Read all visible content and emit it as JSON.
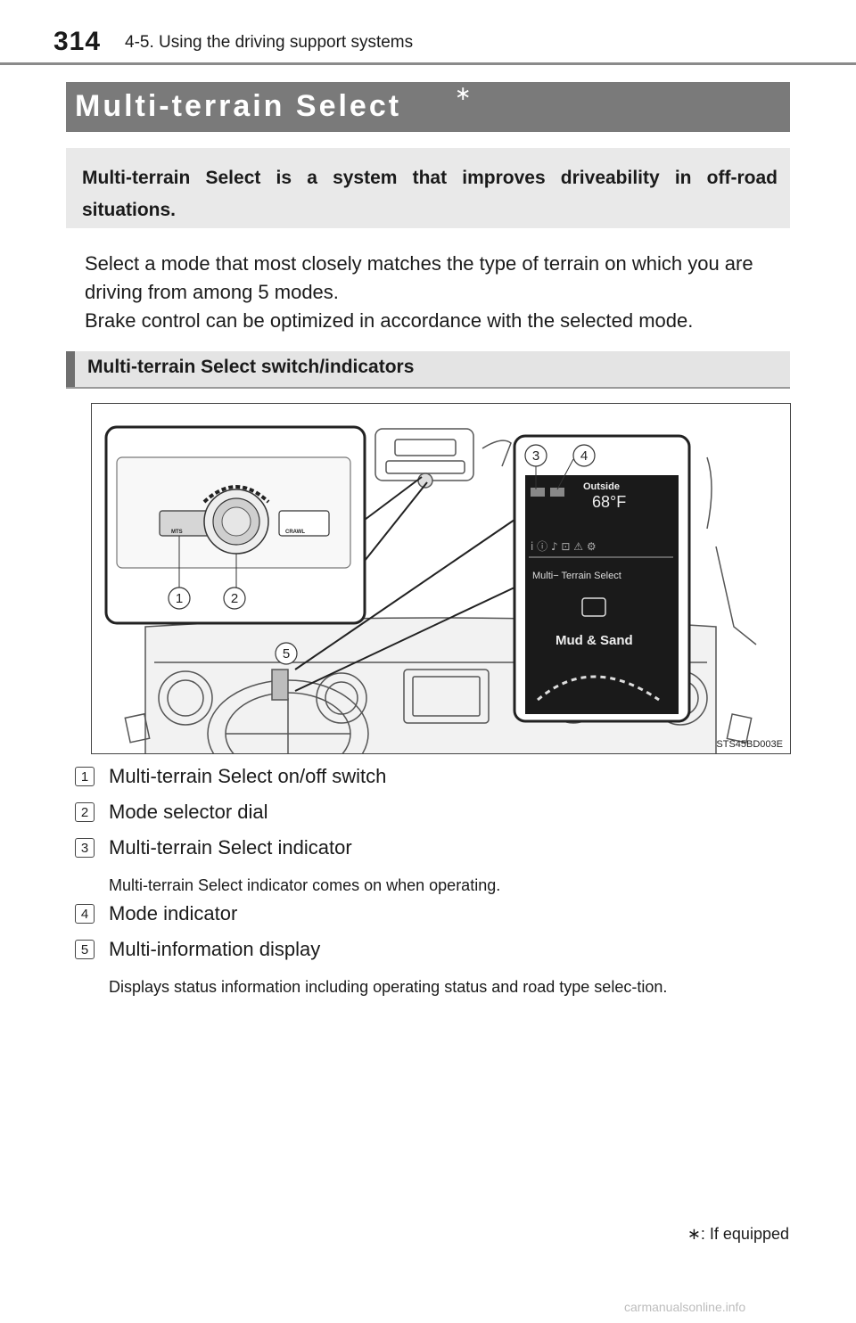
{
  "header": {
    "page_number": "314",
    "section": "4-5. Using the driving support systems"
  },
  "title": {
    "text": "Multi-terrain Select",
    "mark": "∗"
  },
  "intro": "Multi-terrain Select is a system that improves driveability in off-road situations.",
  "body": {
    "para1": "Select a mode that most closely matches the type of terrain on which you are driving from among 5 modes.",
    "para2": "Brake control can be optimized in accordance with the selected mode."
  },
  "subheading": "Multi-terrain Select switch/indicators",
  "figure": {
    "switch_left_label": "MTS",
    "switch_right_label": "CRAWL",
    "display_outside": "Outside",
    "display_temp": "68°F",
    "display_title": "Multi− Terrain Select",
    "display_mode": "Mud & Sand",
    "callouts": [
      "1",
      "2",
      "3",
      "4",
      "5"
    ],
    "code": "STS45BD003E"
  },
  "legend": [
    {
      "num": "1",
      "label": "Multi-terrain Select on/off switch",
      "desc": ""
    },
    {
      "num": "2",
      "label": "Mode selector dial",
      "desc": ""
    },
    {
      "num": "3",
      "label": "Multi-terrain Select indicator",
      "desc": "Multi-terrain Select indicator comes on when operating."
    },
    {
      "num": "4",
      "label": "Mode indicator",
      "desc": ""
    },
    {
      "num": "5",
      "label": "Multi-information display",
      "desc": "Displays status information including operating status and road type selec-tion."
    }
  ],
  "footnote": "∗: If equipped",
  "watermark": "carmanualsonline.info"
}
